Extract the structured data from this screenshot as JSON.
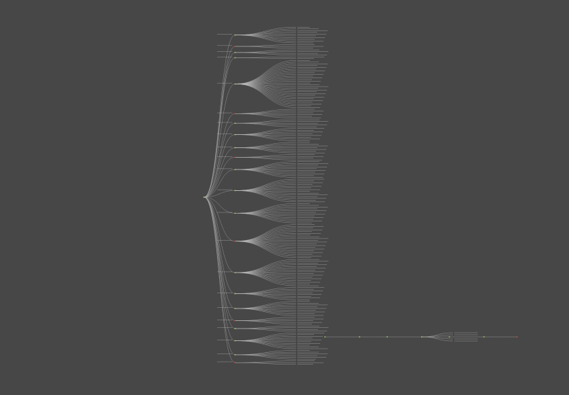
{
  "diagram": {
    "root": "",
    "colors": {
      "background": "#474747",
      "edge": "#b8b8b8",
      "ok": "#9fd66b",
      "warn": "#e0473b",
      "text": "#e6e6e6"
    },
    "branches": [
      {
        "label": "",
        "leaves": 10
      },
      {
        "label": "",
        "leaves": 3
      },
      {
        "label": "",
        "leaves": 4
      },
      {
        "label": "",
        "leaves": 2
      },
      {
        "label": "",
        "leaves": 28
      },
      {
        "label": "",
        "leaves": 6
      },
      {
        "label": "",
        "leaves": 5
      },
      {
        "label": "",
        "leaves": 8
      },
      {
        "label": "",
        "leaves": 7
      },
      {
        "label": "",
        "leaves": 4
      },
      {
        "label": "",
        "leaves": 10
      },
      {
        "label": "",
        "leaves": 14
      },
      {
        "label": "",
        "leaves": 12
      },
      {
        "label": "",
        "leaves": 20
      },
      {
        "label": "",
        "leaves": 16
      },
      {
        "label": "",
        "leaves": 8
      },
      {
        "label": "",
        "leaves": 9
      },
      {
        "label": "",
        "leaves": 5
      },
      {
        "label": "",
        "leaves": 4
      },
      {
        "label": "",
        "leaves": 10
      },
      {
        "label": "",
        "leaves": 6
      },
      {
        "label": "",
        "leaves": 3
      }
    ]
  }
}
